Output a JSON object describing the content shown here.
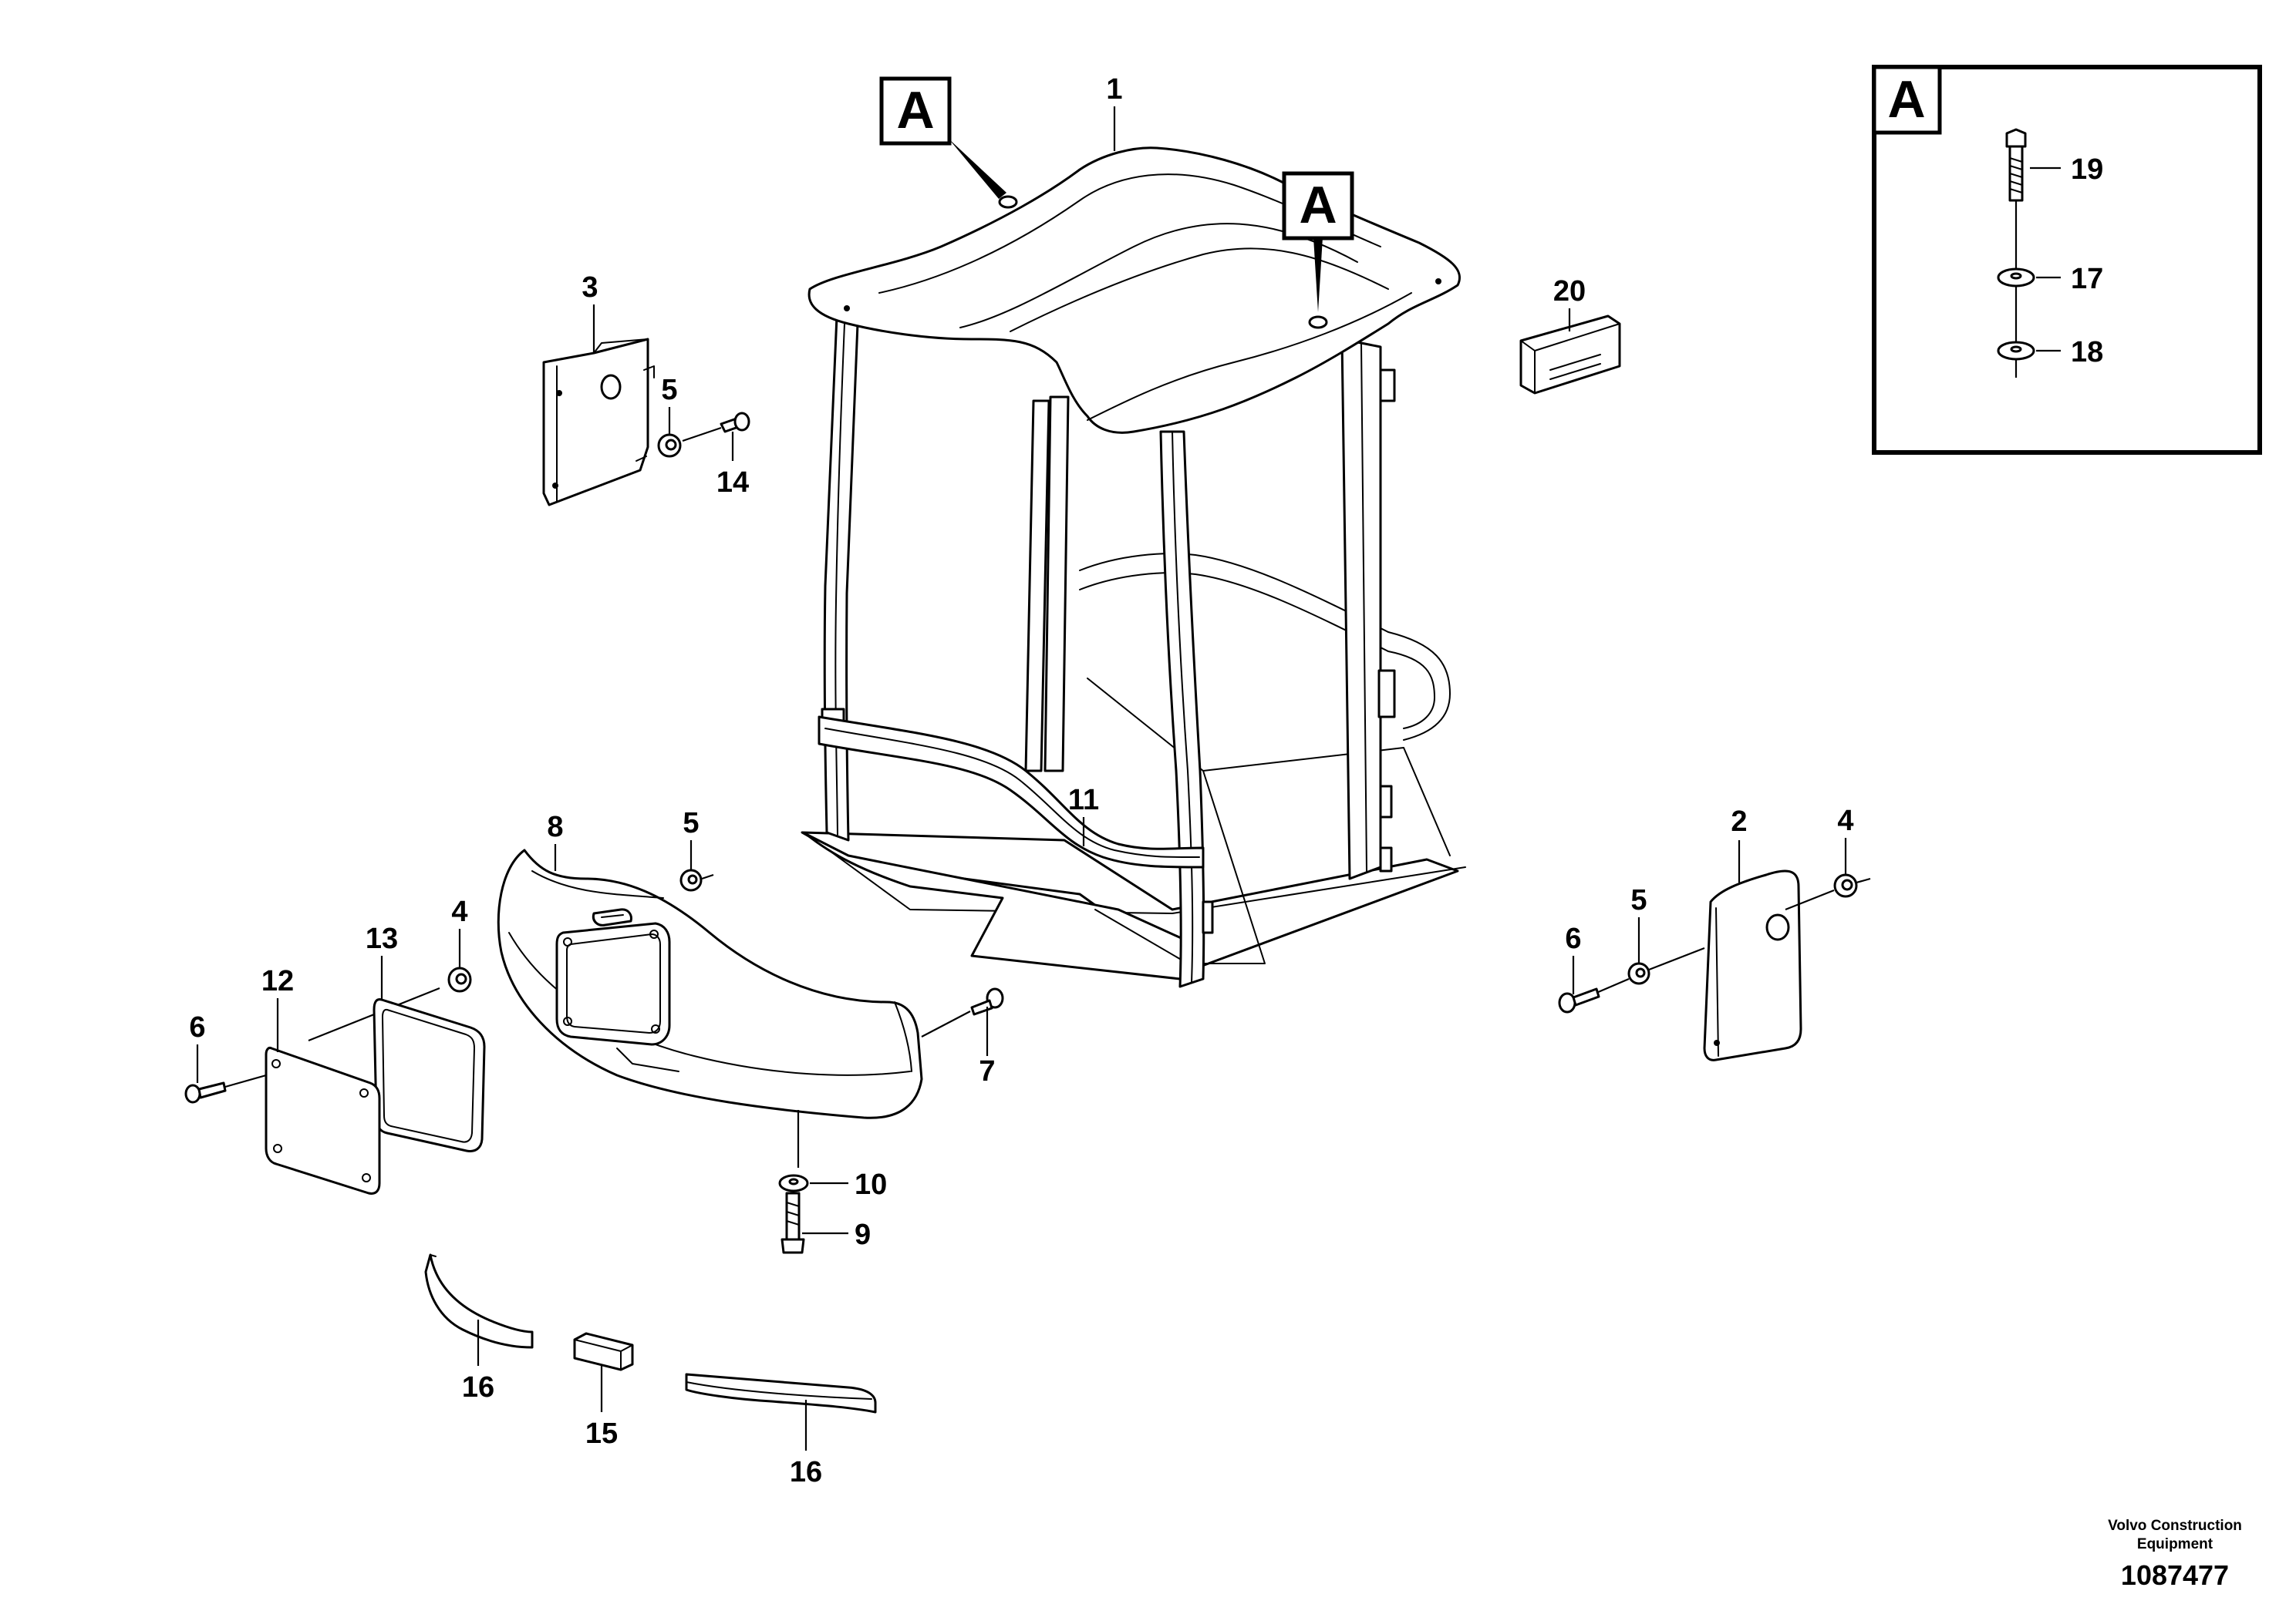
{
  "detail_markers": [
    "A",
    "A"
  ],
  "detail_box": {
    "letter": "A",
    "callouts": [
      "19",
      "17",
      "18"
    ]
  },
  "callouts": [
    "1",
    "2",
    "3",
    "4",
    "4",
    "5",
    "5",
    "5",
    "6",
    "6",
    "7",
    "8",
    "9",
    "10",
    "11",
    "12",
    "13",
    "14",
    "15",
    "16",
    "16",
    "20"
  ],
  "footer": {
    "company_line1": "Volvo Construction",
    "company_line2": "Equipment",
    "doc_number": "1087477"
  },
  "colors": {
    "ink": "#000000",
    "paper": "#ffffff"
  }
}
